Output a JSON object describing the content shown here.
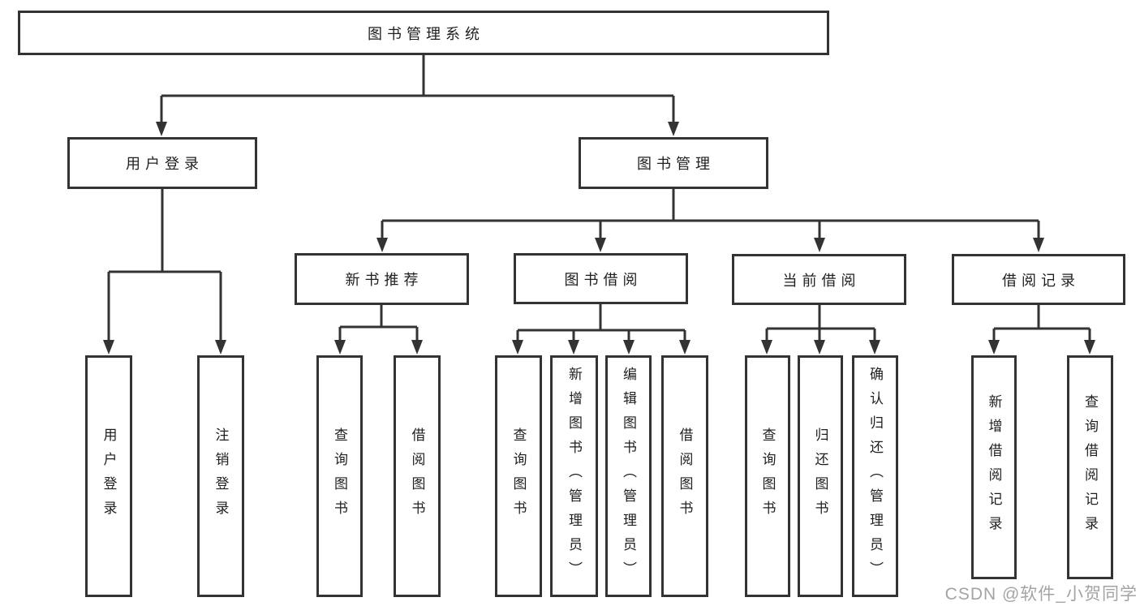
{
  "diagram": {
    "title": "图书管理系统",
    "type": "hierarchy-tree",
    "colors": {
      "line": "#333333",
      "box_border": "#333333",
      "box_fill": "#ffffff",
      "text": "#1f1f1f",
      "watermark": "#9c9c9c"
    },
    "root": {
      "label": "图书管理系统"
    },
    "level2": [
      {
        "label": "用户登录"
      },
      {
        "label": "图书管理"
      }
    ],
    "level3": [
      {
        "label": "新书推荐",
        "parent": "图书管理"
      },
      {
        "label": "图书借阅",
        "parent": "图书管理"
      },
      {
        "label": "当前借阅",
        "parent": "图书管理"
      },
      {
        "label": "借阅记录",
        "parent": "图书管理"
      }
    ],
    "leaves": [
      {
        "label": "用户登录",
        "parent": "用户登录"
      },
      {
        "label": "注销登录",
        "parent": "用户登录"
      },
      {
        "label": "查询图书",
        "parent": "新书推荐"
      },
      {
        "label": "借阅图书",
        "parent": "新书推荐"
      },
      {
        "label": "查询图书",
        "parent": "图书借阅"
      },
      {
        "label": "新增图书（管理员）",
        "parent": "图书借阅"
      },
      {
        "label": "编辑图书（管理员）",
        "parent": "图书借阅"
      },
      {
        "label": "借阅图书",
        "parent": "图书借阅"
      },
      {
        "label": "查询图书",
        "parent": "当前借阅"
      },
      {
        "label": "归还图书",
        "parent": "当前借阅"
      },
      {
        "label": "确认归还（管理员）",
        "parent": "当前借阅"
      },
      {
        "label": "新增借阅记录",
        "parent": "借阅记录"
      },
      {
        "label": "查询借阅记录",
        "parent": "借阅记录"
      }
    ],
    "watermark": "CSDN @软件_小贺同学"
  }
}
